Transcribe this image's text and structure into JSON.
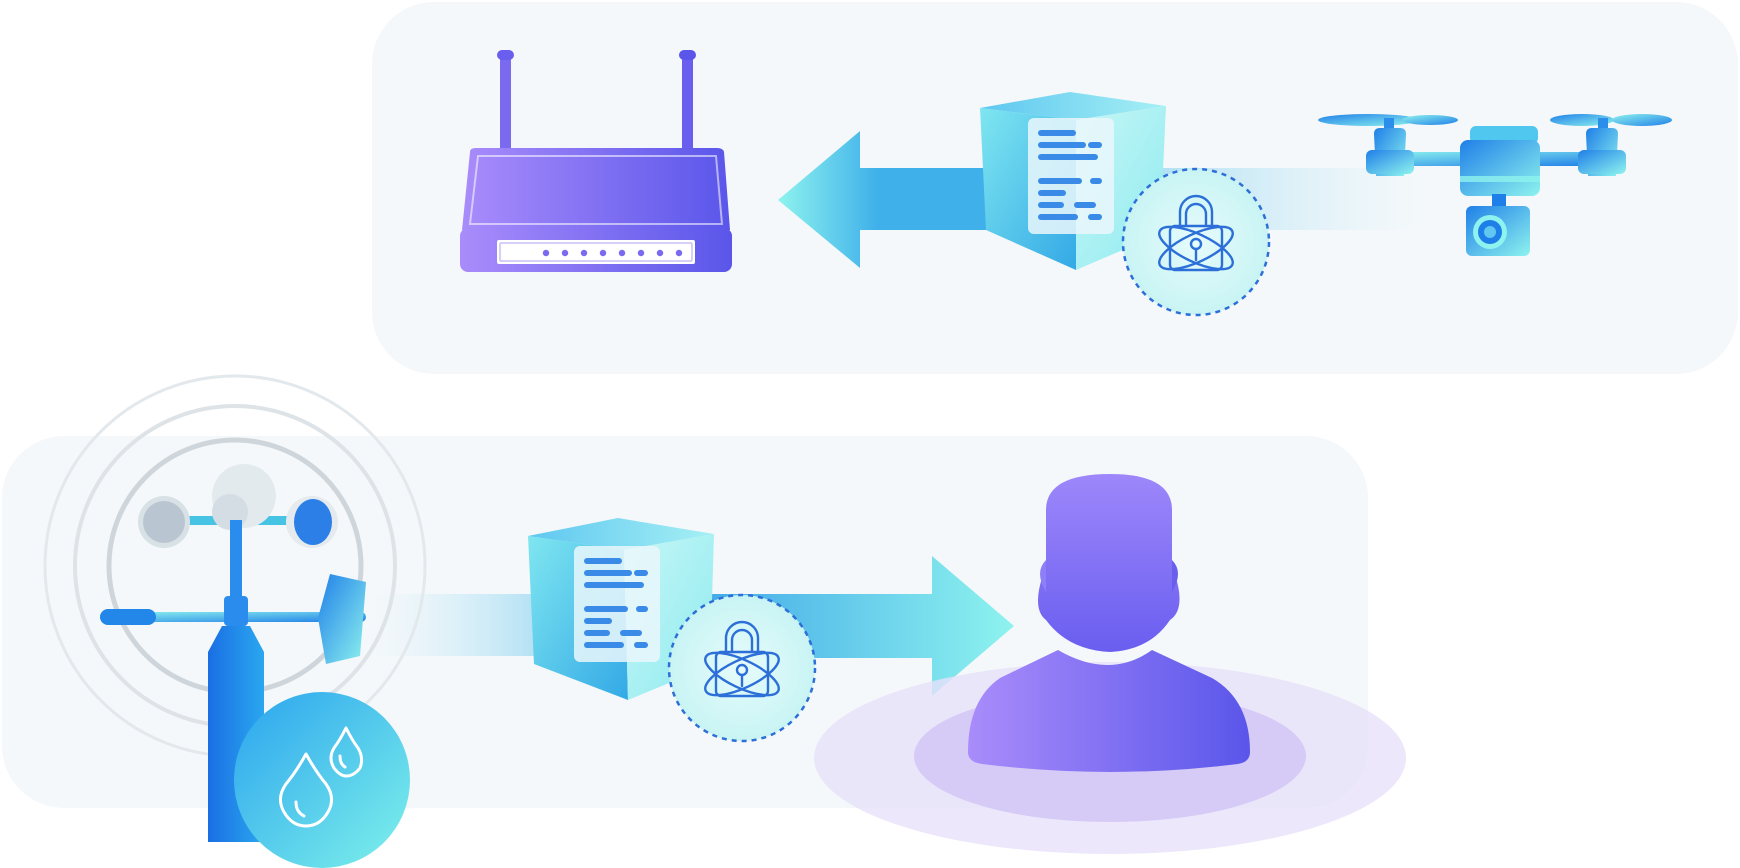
{
  "diagram": {
    "panels": [
      {
        "name": "top-flow-panel",
        "flow": "drone-to-router"
      },
      {
        "name": "bottom-flow-panel",
        "flow": "weather-station-to-user"
      }
    ],
    "nodes": {
      "router": {
        "icon": "wifi-router-icon"
      },
      "drone": {
        "icon": "camera-drone-icon"
      },
      "weather_station": {
        "icon": "anemometer-weather-station-icon"
      },
      "user": {
        "icon": "user-avatar-icon"
      },
      "data_packet_top": {
        "icon": "document-cube-icon"
      },
      "data_packet_bottom": {
        "icon": "document-cube-icon"
      },
      "lock_top": {
        "icon": "quantum-lock-icon"
      },
      "lock_bottom": {
        "icon": "quantum-lock-icon"
      },
      "rain": {
        "icon": "water-drops-icon"
      }
    },
    "edges": [
      {
        "from": "drone",
        "via": "data_packet_top",
        "to": "router",
        "direction": "left"
      },
      {
        "from": "weather_station",
        "via": "data_packet_bottom",
        "to": "user",
        "direction": "right"
      }
    ],
    "colors": {
      "panel_bg": "#f5f8fa",
      "purple_light": "#a98cfb",
      "purple_dark": "#5a56ea",
      "cyan_light": "#8ef3ee",
      "blue_dark": "#1f7fe8",
      "lock_stroke": "#2c6fd9",
      "ring_gray": "#d0d7dc",
      "halo": "#e7e1fa"
    }
  }
}
